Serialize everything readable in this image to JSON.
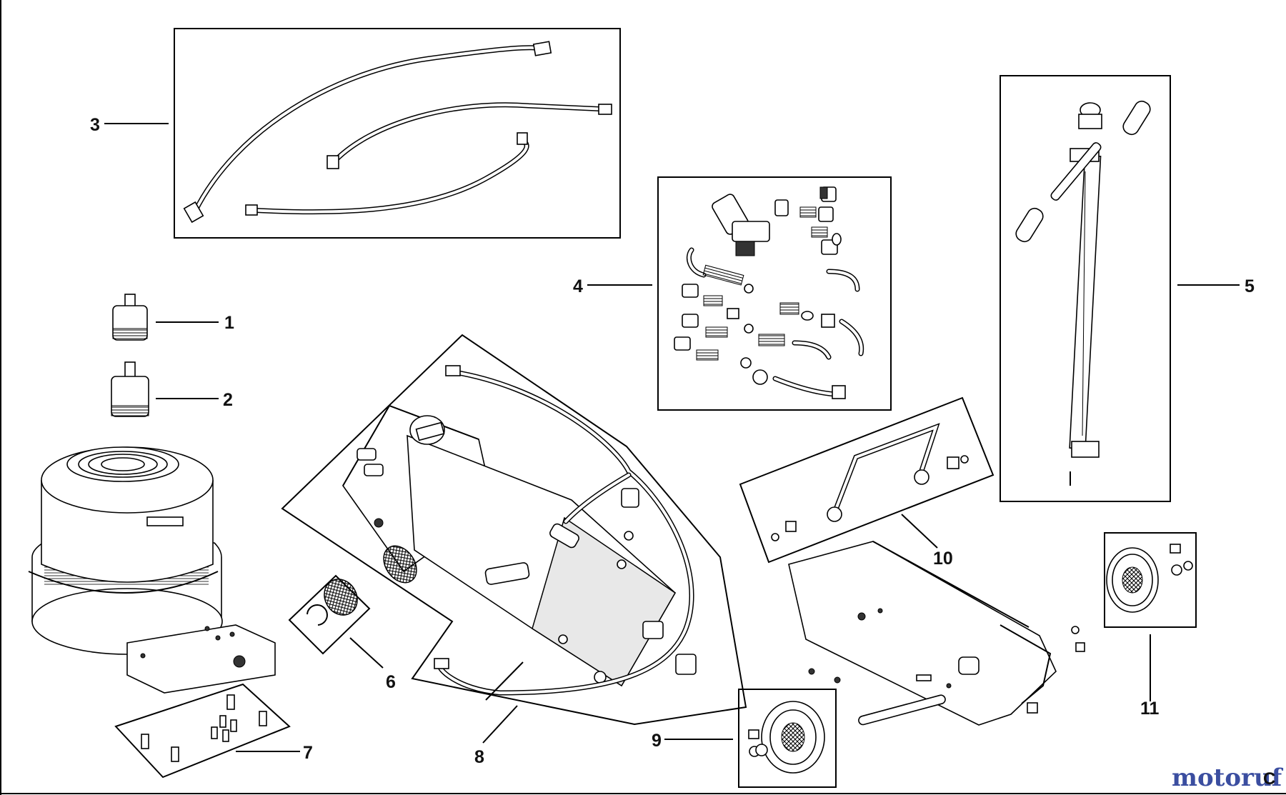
{
  "callouts": {
    "c1": "1",
    "c2": "2",
    "c3": "3",
    "c4": "4",
    "c5": "5",
    "c6": "6",
    "c7": "7",
    "c8": "8",
    "c9": "9",
    "c10": "10",
    "c11": "11"
  },
  "watermark": {
    "text": "motoruf",
    "suffix": "C",
    "color": "#3b4ea0",
    "accent": "#d04020"
  }
}
